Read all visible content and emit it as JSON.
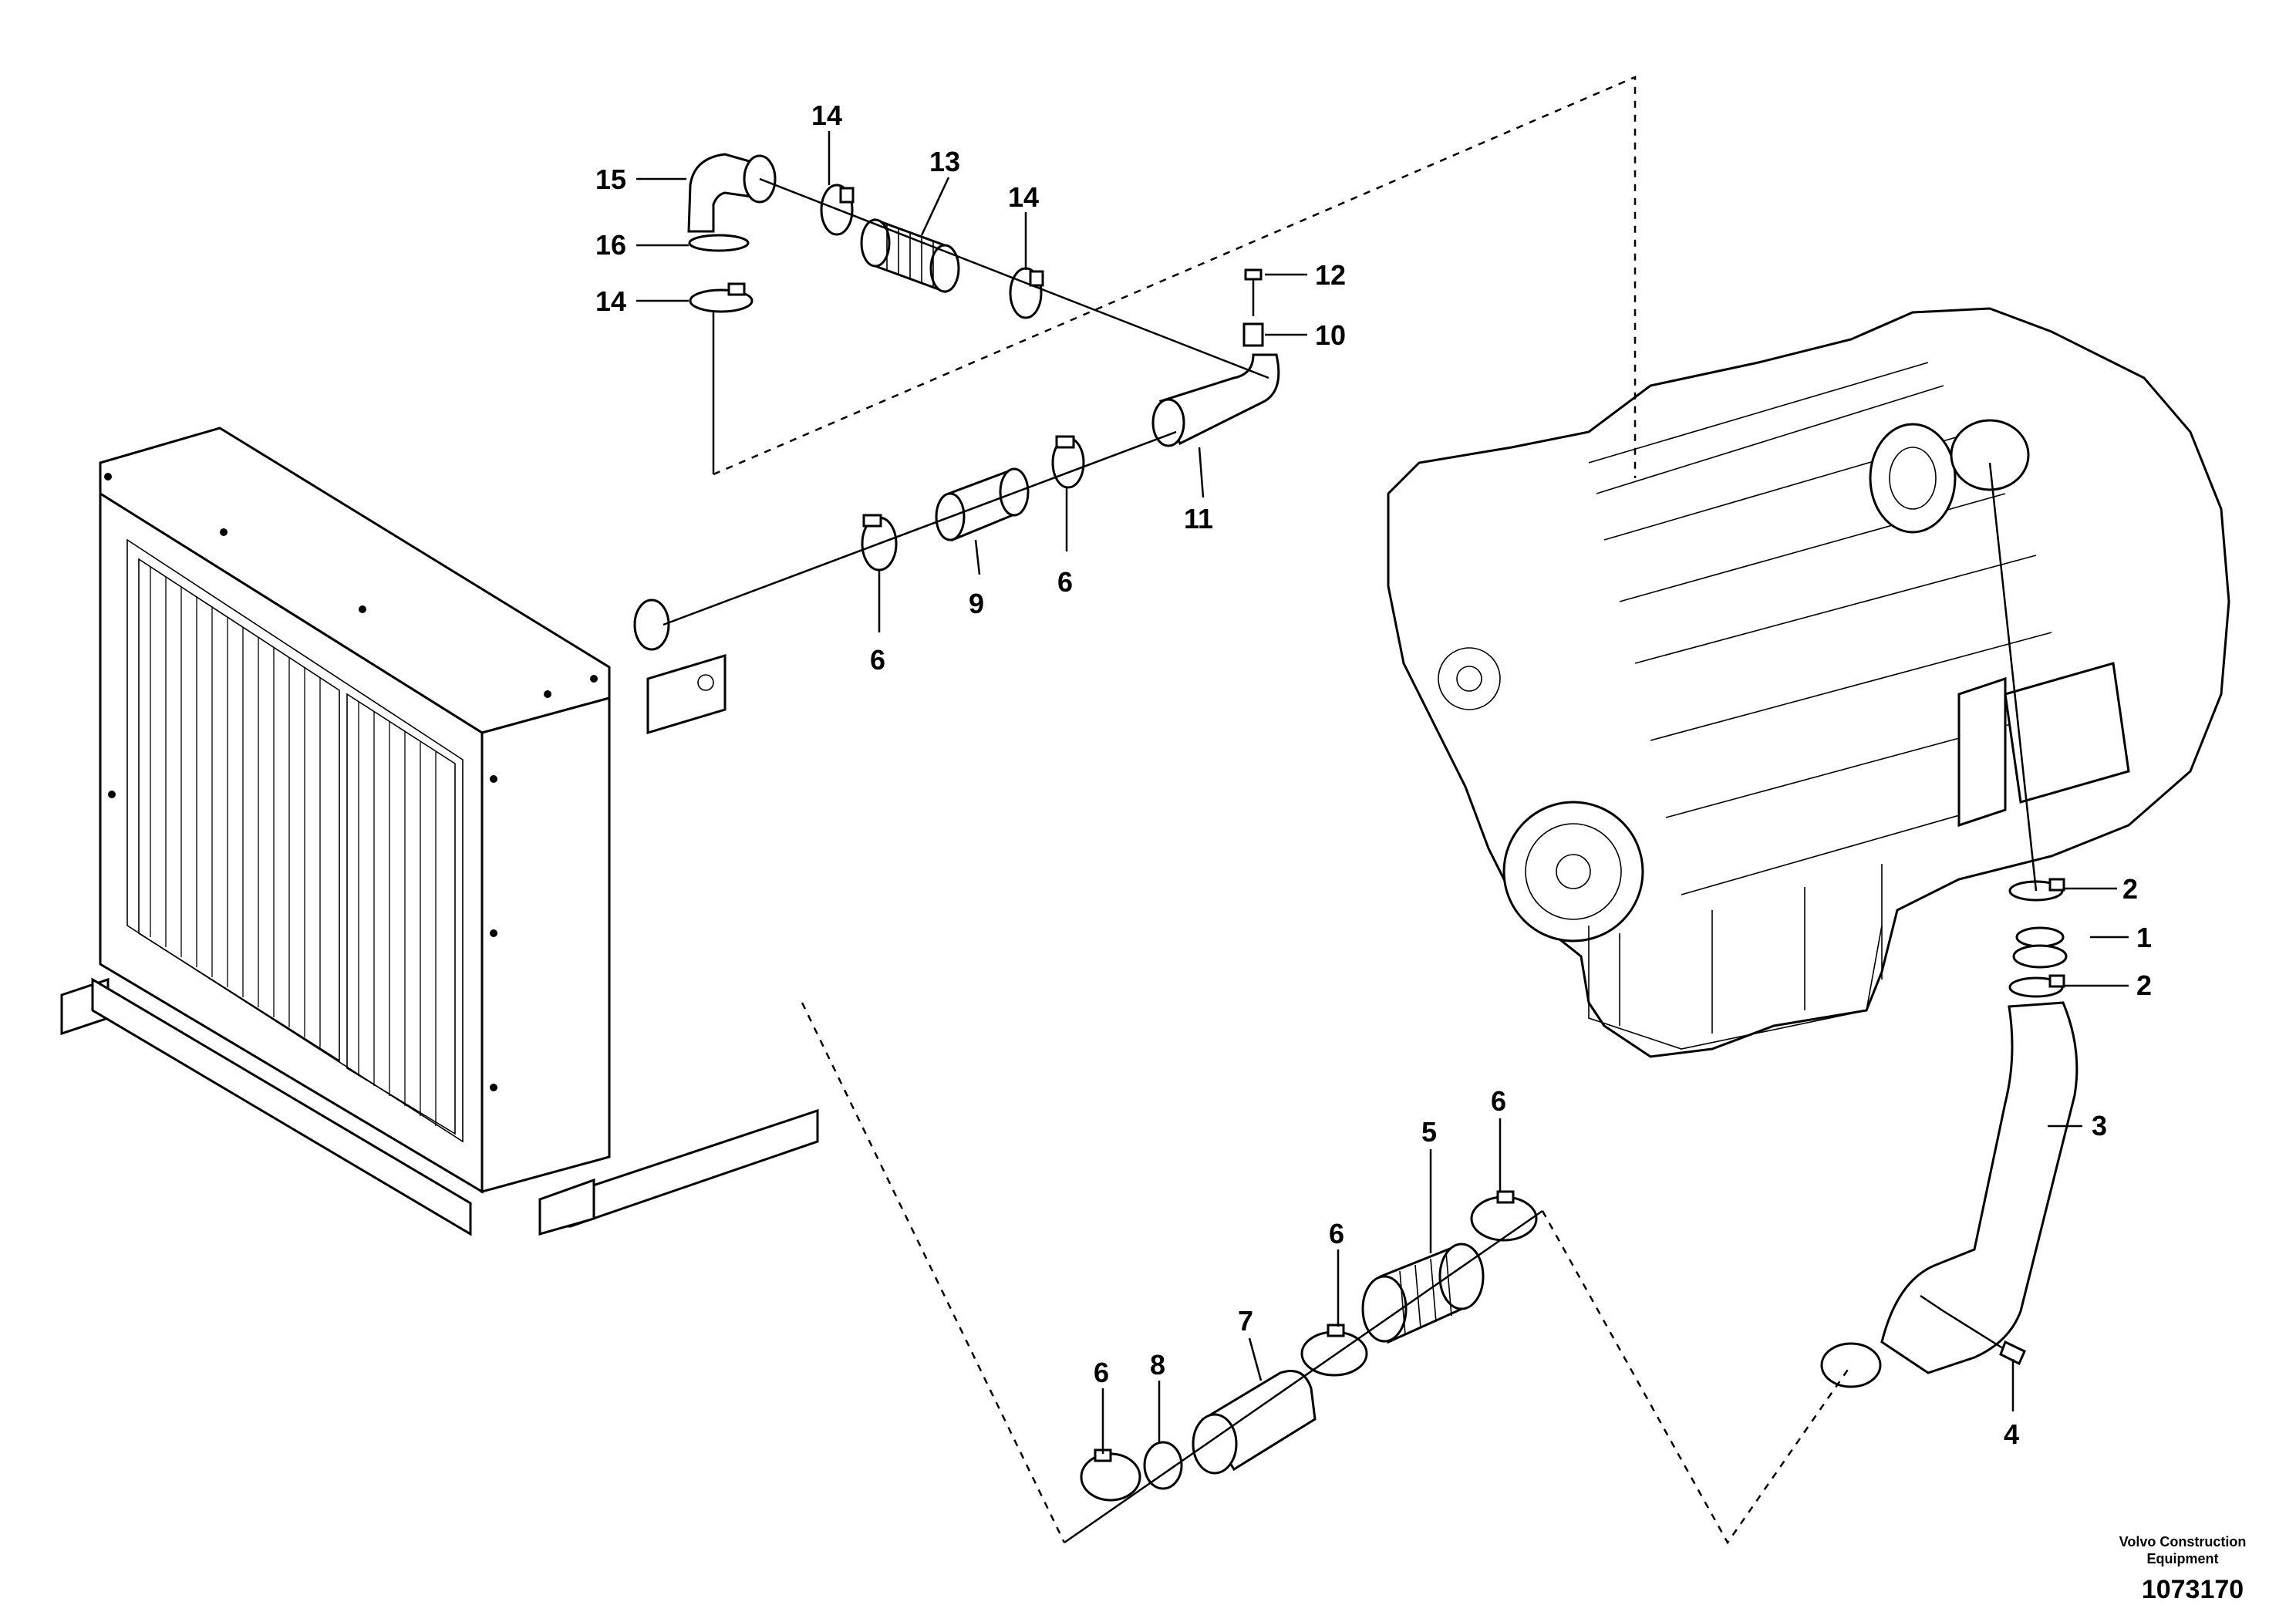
{
  "credit": {
    "line1": "Volvo Construction",
    "line2": "Equipment"
  },
  "drawing_number": "1073170",
  "callouts": [
    {
      "id": "c1",
      "label": "1"
    },
    {
      "id": "c2a",
      "label": "2"
    },
    {
      "id": "c2b",
      "label": "2"
    },
    {
      "id": "c3",
      "label": "3"
    },
    {
      "id": "c4",
      "label": "4"
    },
    {
      "id": "c5",
      "label": "5"
    },
    {
      "id": "c6a",
      "label": "6"
    },
    {
      "id": "c6b",
      "label": "6"
    },
    {
      "id": "c6c",
      "label": "6"
    },
    {
      "id": "c6d",
      "label": "6"
    },
    {
      "id": "c6e",
      "label": "6"
    },
    {
      "id": "c7",
      "label": "7"
    },
    {
      "id": "c8",
      "label": "8"
    },
    {
      "id": "c9",
      "label": "9"
    },
    {
      "id": "c10",
      "label": "10"
    },
    {
      "id": "c11",
      "label": "11"
    },
    {
      "id": "c12",
      "label": "12"
    },
    {
      "id": "c13",
      "label": "13"
    },
    {
      "id": "c14a",
      "label": "14"
    },
    {
      "id": "c14b",
      "label": "14"
    },
    {
      "id": "c14c",
      "label": "14"
    },
    {
      "id": "c15",
      "label": "15"
    },
    {
      "id": "c16",
      "label": "16"
    }
  ]
}
